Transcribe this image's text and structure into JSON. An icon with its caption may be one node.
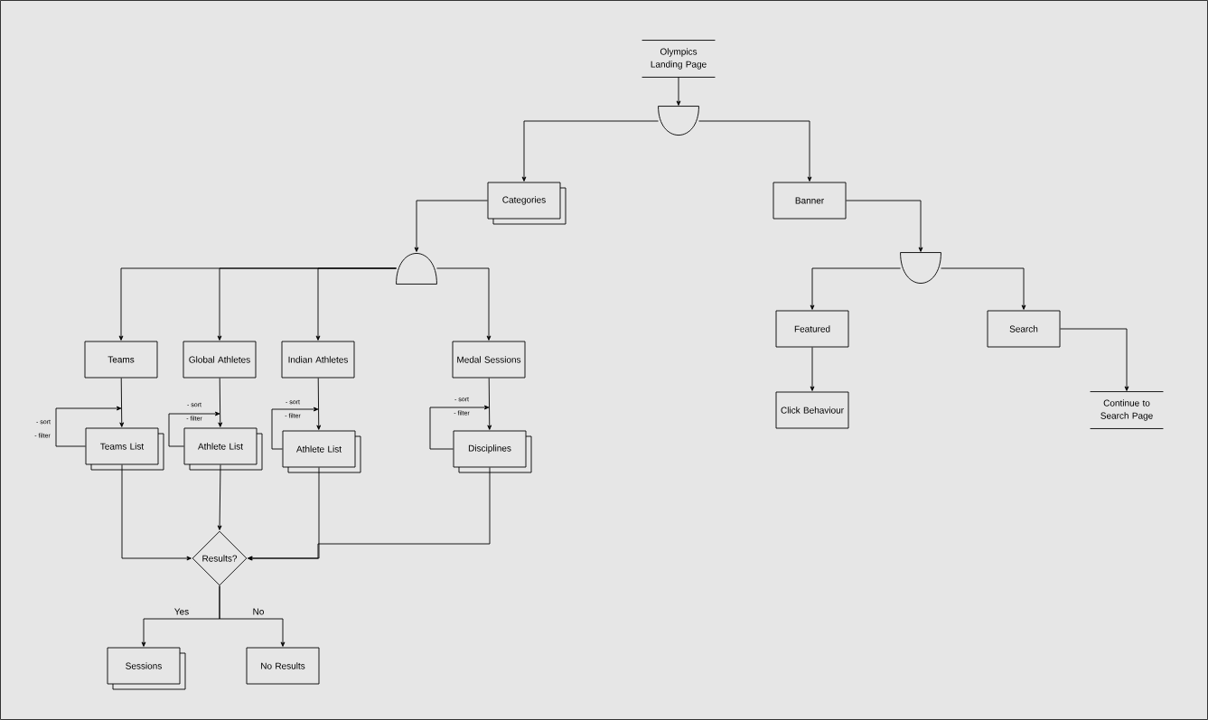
{
  "diagram": {
    "nodes": [
      {
        "text": [
          "Olympics Landing Page"
        ]
      },
      {
        "text": [],
        "shape": "semicircle"
      },
      {
        "text": [
          "Categories"
        ]
      },
      {
        "text": [
          "Banner"
        ]
      },
      {
        "text": [],
        "shape": "semicircle"
      },
      {
        "text": [
          "Teams"
        ]
      },
      {
        "text": [
          "Global Athletes"
        ]
      },
      {
        "text": [
          "Indian Athletes"
        ]
      },
      {
        "text": [
          "Medal Sessions"
        ]
      },
      {
        "text": [
          "Teams List"
        ]
      },
      {
        "text": [
          "Athlete List"
        ]
      },
      {
        "text": [
          "Athlete List"
        ]
      },
      {
        "text": [
          "Disciplines"
        ]
      },
      {
        "text": [
          "Results?"
        ]
      },
      {
        "text": [
          "Sessions"
        ]
      },
      {
        "text": [
          "No Results"
        ]
      },
      {
        "text": [],
        "shape": "semicircle"
      },
      {
        "text": [
          "Featured"
        ]
      },
      {
        "text": [
          "Search"
        ]
      },
      {
        "text": [
          "Click Behaviour"
        ]
      },
      {
        "text": [
          "Continue to Search Page"
        ]
      }
    ],
    "edges": [
      {
        "from": 0,
        "to": 1,
        "arrow": "to"
      },
      {
        "from": 1,
        "to": 2,
        "arrow": "to"
      },
      {
        "from": 1,
        "to": 3,
        "arrow": "to"
      },
      {
        "from": 2,
        "to": 4,
        "arrow": "to"
      },
      {
        "from": 3,
        "to": 16,
        "arrow": "to"
      },
      {
        "from": 4,
        "to": 5,
        "arrow": "to"
      },
      {
        "from": 4,
        "to": 6,
        "arrow": "to"
      },
      {
        "from": 4,
        "to": 7,
        "arrow": "to"
      },
      {
        "from": 4,
        "to": 8,
        "arrow": "to"
      },
      {
        "from": 5,
        "to": 9,
        "arrow": "to"
      },
      {
        "from": 6,
        "to": 10,
        "arrow": "to"
      },
      {
        "from": 7,
        "to": 11,
        "arrow": "to"
      },
      {
        "from": 8,
        "to": 12,
        "arrow": "to"
      },
      {
        "from": 9,
        "to": 9,
        "arrow": "to"
      },
      {
        "from": 10,
        "to": 10,
        "arrow": "to"
      },
      {
        "from": 11,
        "to": 11,
        "arrow": "to"
      },
      {
        "from": 12,
        "to": 12,
        "arrow": "to"
      },
      {
        "from": 9,
        "to": 13,
        "arrow": "to"
      },
      {
        "from": 10,
        "to": 13,
        "arrow": "to"
      },
      {
        "from": 11,
        "to": 13,
        "arrow": "to"
      },
      {
        "from": 12,
        "to": 13,
        "arrow": "to"
      },
      {
        "from": 13,
        "to": 14,
        "arrow": "to",
        "label": "Yes"
      },
      {
        "from": 13,
        "to": 15,
        "arrow": "to",
        "label": "No"
      },
      {
        "from": 16,
        "to": 17,
        "arrow": "to"
      },
      {
        "from": 16,
        "to": 18,
        "arrow": "to"
      },
      {
        "from": 17,
        "to": 19,
        "arrow": "to"
      },
      {
        "from": 18,
        "to": 20,
        "arrow": "to"
      }
    ],
    "labels": [
      "- sort",
      "- filter",
      "- sort",
      "- filter",
      "- sort",
      "- filter",
      "- sort",
      "- filter"
    ]
  }
}
